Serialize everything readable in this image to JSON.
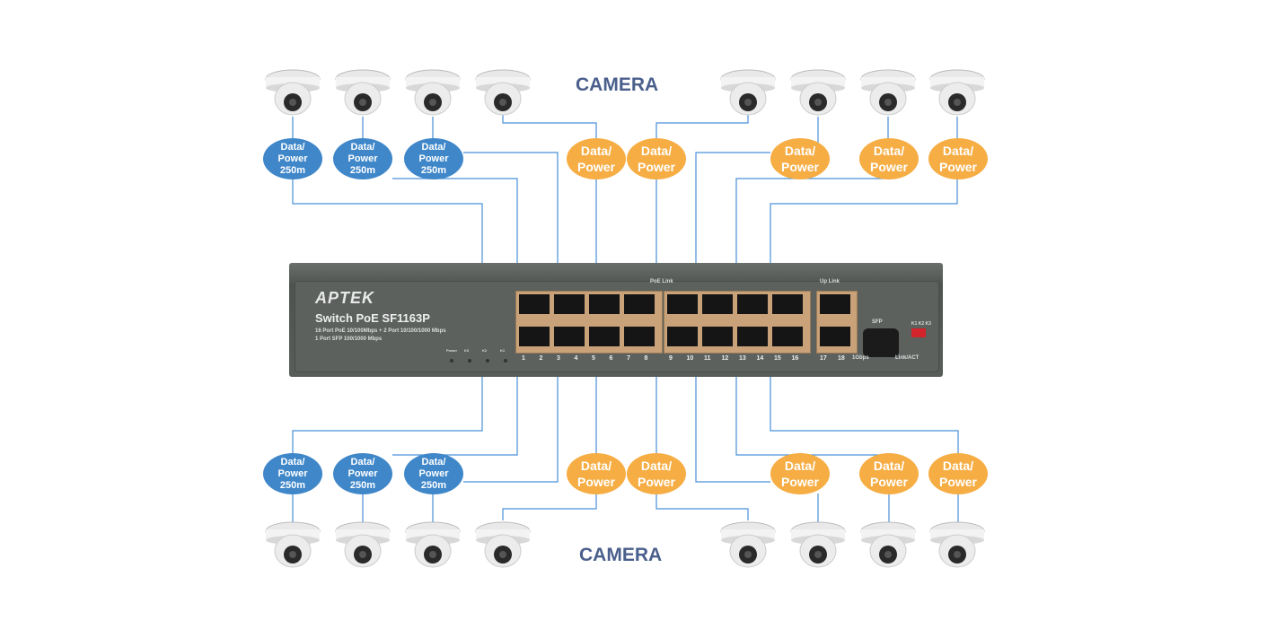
{
  "camera_label_top": "CAMERA",
  "camera_label_bottom": "CAMERA",
  "blue_ellipse": {
    "line1": "Data/",
    "line2": "Power",
    "line3": "250m"
  },
  "orange_ellipse": {
    "line1": "Data/",
    "line2": "Power"
  },
  "switch": {
    "brand": "APTEK",
    "model": "Switch PoE SF1163P",
    "spec1": "16 Port PoE 10/100Mbps + 2 Port 10/100/1000 Mbps",
    "spec2": "1 Port SFP 100/1000 Mbps",
    "poe_link": "PoE Link",
    "up_link": "Up Link",
    "sfp": "SFP",
    "led_labels": [
      "Power",
      "K3",
      "K2",
      "K1"
    ],
    "port_numbers": [
      "1",
      "2",
      "3",
      "4",
      "5",
      "6",
      "7",
      "8",
      "9",
      "10",
      "11",
      "12",
      "13",
      "14",
      "15",
      "16",
      "17",
      "18"
    ],
    "gbps": "1Gbps",
    "link_act": "Link/ACT",
    "dip_labels": "K1 K2 K3"
  },
  "colors": {
    "wire": "#4a90d9",
    "blue": "#3f87c9",
    "orange": "#f6ad44",
    "label": "#4a5f8c"
  }
}
